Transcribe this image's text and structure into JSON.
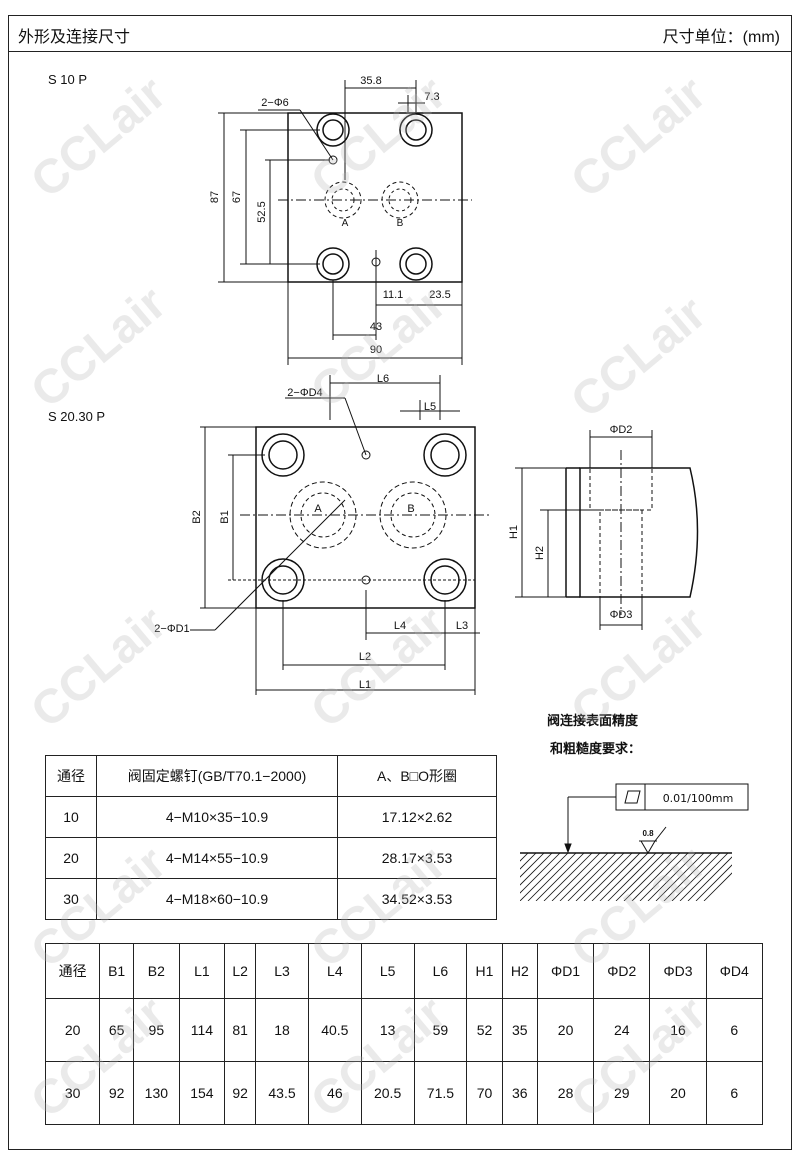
{
  "header": {
    "title": "外形及连接尺寸",
    "unit": "尺寸单位：(mm)"
  },
  "watermark": "CCLair",
  "s10p": {
    "label": "S 10 P",
    "dims": {
      "d358": "35.8",
      "d73": "7.3",
      "holes": "2−Φ6",
      "d87": "87",
      "d67": "67",
      "d525": "52.5",
      "d111": "11.1",
      "d235": "23.5",
      "d43": "43",
      "d90": "90"
    },
    "ports": {
      "a": "A",
      "b": "B"
    }
  },
  "s2030p": {
    "label": "S 20.30 P",
    "dims": {
      "l6": "L6",
      "l5": "L5",
      "d4": "2−ΦD4",
      "b2": "B2",
      "b1": "B1",
      "l4": "L4",
      "l3": "L3",
      "l2": "L2",
      "l1": "L1",
      "d1": "2−ΦD1"
    },
    "ports": {
      "a": "A",
      "b": "B"
    }
  },
  "side_view": {
    "d2": "ΦD2",
    "d3": "ΦD3",
    "h1": "H1",
    "h2": "H2"
  },
  "surface": {
    "line1": "阀连接表面精度",
    "line2": "和粗糙度要求：",
    "flatness": "0.01/100mm",
    "roughness": "0.8"
  },
  "screw_table": {
    "headers": [
      "通径",
      "阀固定螺钉(GB/T70.1−2000)",
      "A、B□O形圈"
    ],
    "rows": [
      [
        "10",
        "4−M10×35−10.9",
        "17.12×2.62"
      ],
      [
        "20",
        "4−M14×55−10.9",
        "28.17×3.53"
      ],
      [
        "30",
        "4−M18×60−10.9",
        "34.52×3.53"
      ]
    ]
  },
  "dim_table": {
    "headers": [
      "通径",
      "B1",
      "B2",
      "L1",
      "L2",
      "L3",
      "L4",
      "L5",
      "L6",
      "H1",
      "H2",
      "ΦD1",
      "ΦD2",
      "ΦD3",
      "ΦD4"
    ],
    "rows": [
      [
        "20",
        "65",
        "95",
        "114",
        "81",
        "18",
        "40.5",
        "13",
        "59",
        "52",
        "35",
        "20",
        "24",
        "16",
        "6"
      ],
      [
        "30",
        "92",
        "130",
        "154",
        "92",
        "43.5",
        "46",
        "20.5",
        "71.5",
        "70",
        "36",
        "28",
        "29",
        "20",
        "6"
      ]
    ]
  }
}
